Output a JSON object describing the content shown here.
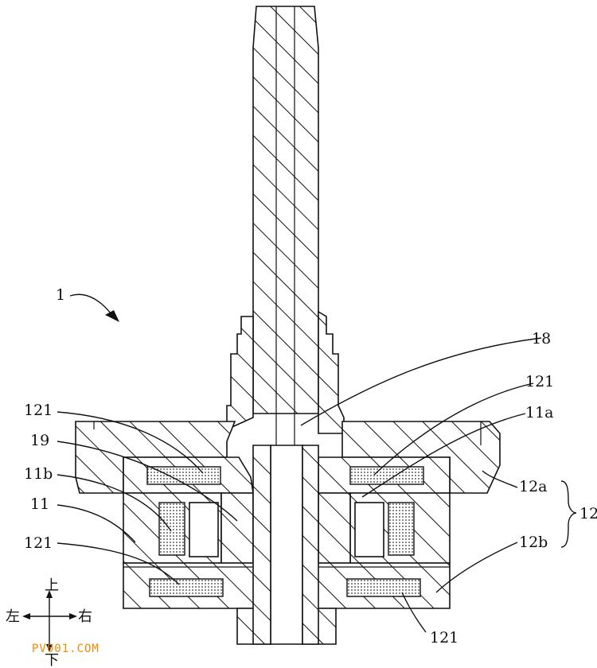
{
  "labels": {
    "ref_1": "1",
    "ref_18": "18",
    "ref_121_top_right": "121",
    "ref_11a": "11a",
    "ref_121_top_left": "121",
    "ref_19": "19",
    "ref_11b": "11b",
    "ref_11": "11",
    "ref_121_mid_left": "121",
    "ref_12a": "12a",
    "ref_12": "12",
    "ref_12b": "12b",
    "ref_121_bottom": "121"
  },
  "directions": {
    "up": "上",
    "left": "左",
    "right": "右",
    "down": "下"
  },
  "watermark": "PV001.COM",
  "colors": {
    "line": "#111111",
    "watermark": "#f08a00",
    "background": "#ffffff"
  }
}
